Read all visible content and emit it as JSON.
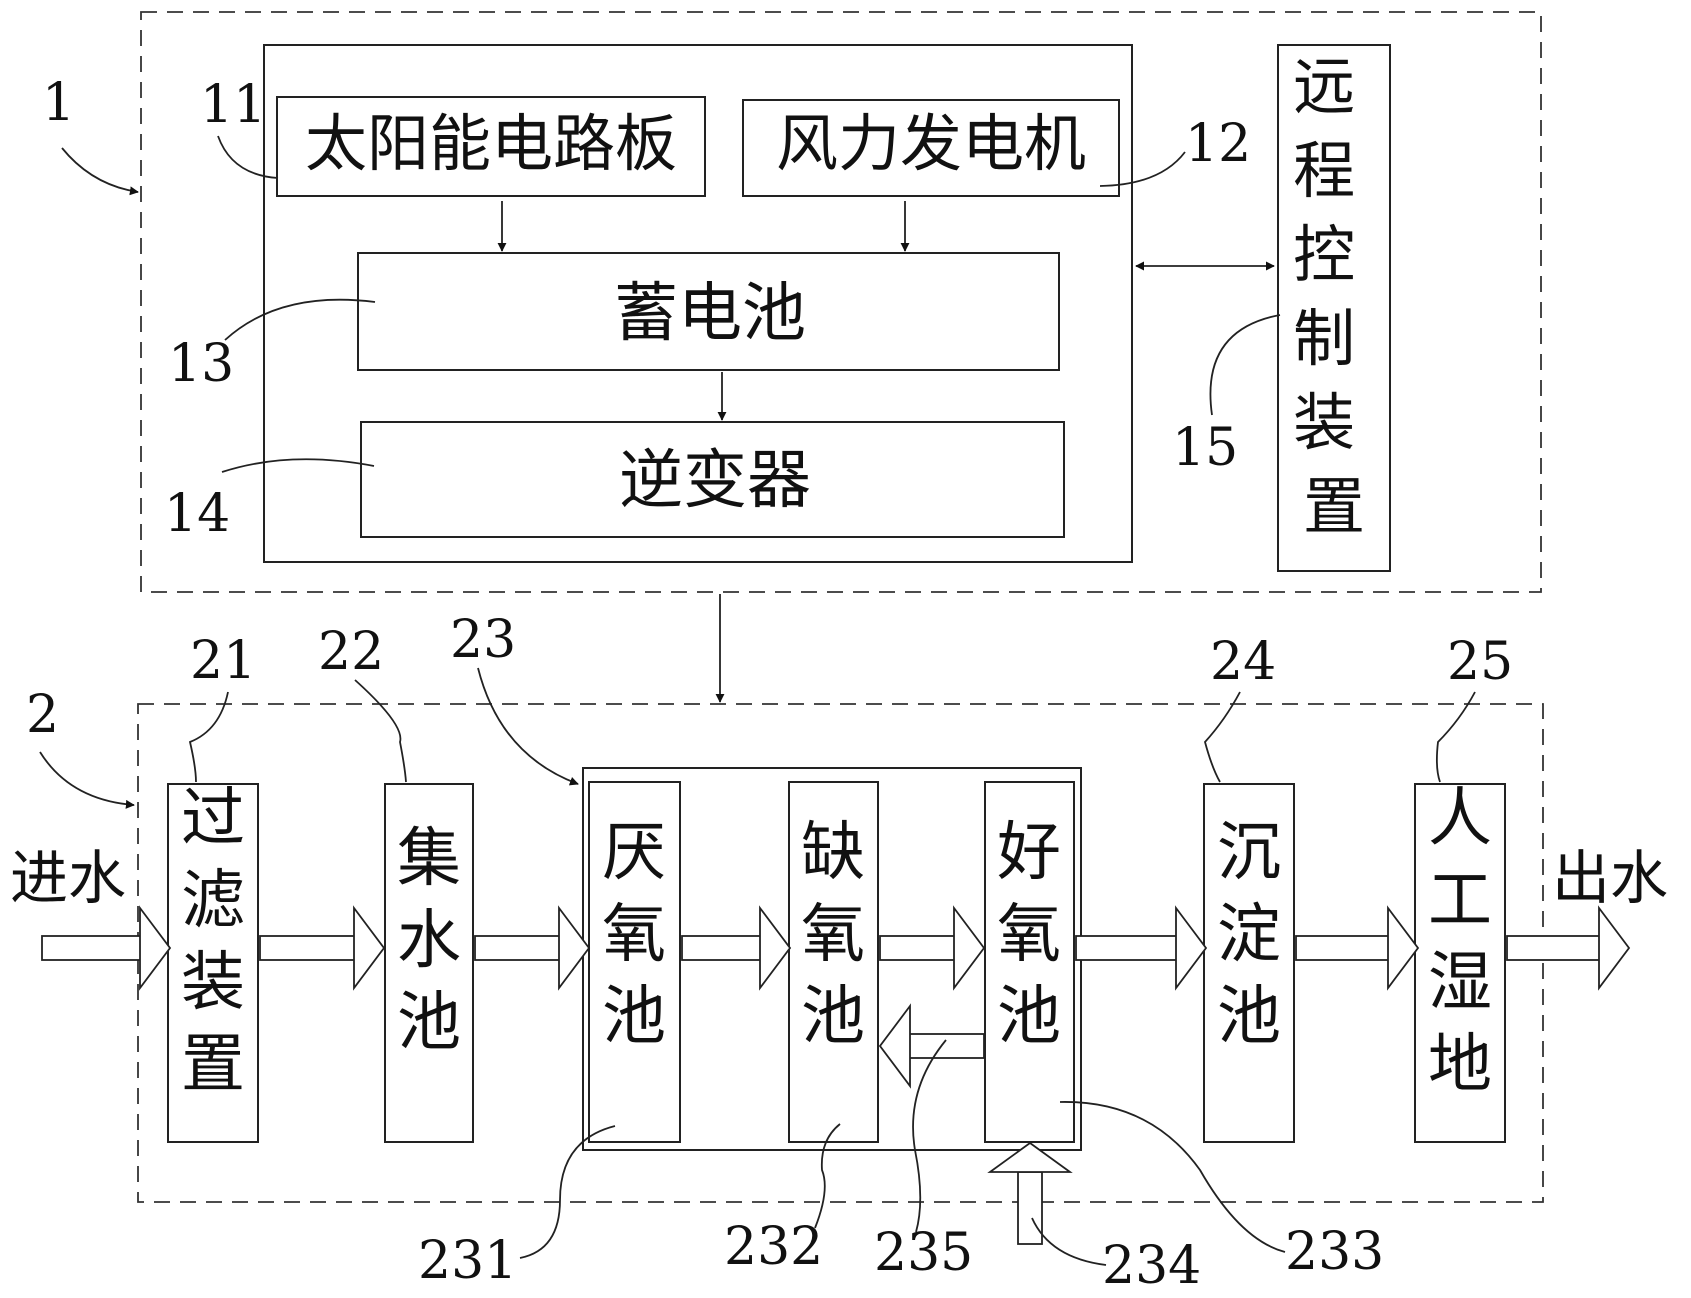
{
  "title": "",
  "groups": {
    "power": {
      "ref": "1"
    },
    "treatment": {
      "ref": "2"
    }
  },
  "power": {
    "solar": {
      "ref": "11",
      "label": "太阳能电路板"
    },
    "wind": {
      "ref": "12",
      "label": "风力发电机"
    },
    "battery": {
      "ref": "13",
      "label": "蓄电池"
    },
    "inverter": {
      "ref": "14",
      "label": "逆变器"
    },
    "remote": {
      "ref": "15",
      "label": "远程控制装置"
    }
  },
  "treatment": {
    "inlet_label": "进水",
    "outlet_label": "出水",
    "filter": {
      "ref": "21",
      "label": "过滤装置"
    },
    "collect": {
      "ref": "22",
      "label": "集水池"
    },
    "bio_unit": {
      "ref": "23"
    },
    "anaerobic": {
      "ref": "231",
      "label": "厌氧池"
    },
    "anoxic": {
      "ref": "232",
      "label": "缺氧池"
    },
    "aerobic": {
      "ref": "233",
      "label": "好氧池"
    },
    "aeration_ref": "234",
    "reflux_ref": "235",
    "settle": {
      "ref": "24",
      "label": "沉淀池"
    },
    "wetland": {
      "ref": "25",
      "label": "人工湿地"
    }
  }
}
